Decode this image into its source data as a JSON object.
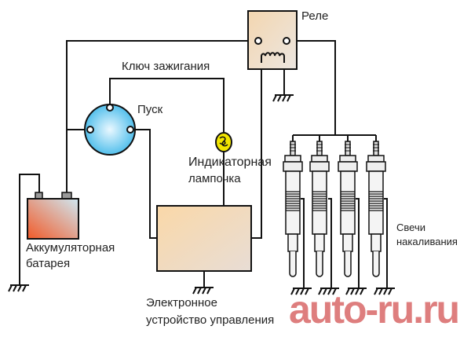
{
  "labels": {
    "relay": "Реле",
    "ignition_key": "Ключ зажигания",
    "start": "Пуск",
    "indicator_lamp_line1": "Индикаторная",
    "indicator_lamp_line2": "лампочка",
    "battery_line1": "Аккумуляторная",
    "battery_line2": "батарея",
    "ecu_line1": "Электронное",
    "ecu_line2": "устройство управления",
    "glow_plugs_line1": "Свечи",
    "glow_plugs_line2": "накаливания"
  },
  "watermark": "auto-ru.ru",
  "colors": {
    "relay": "#f3dcc0",
    "switch": "#4fc0ec",
    "lamp": "#f2e600",
    "battery": "#f26a3a",
    "ecu": "#f7dcb0",
    "watermark": "#c82828"
  }
}
